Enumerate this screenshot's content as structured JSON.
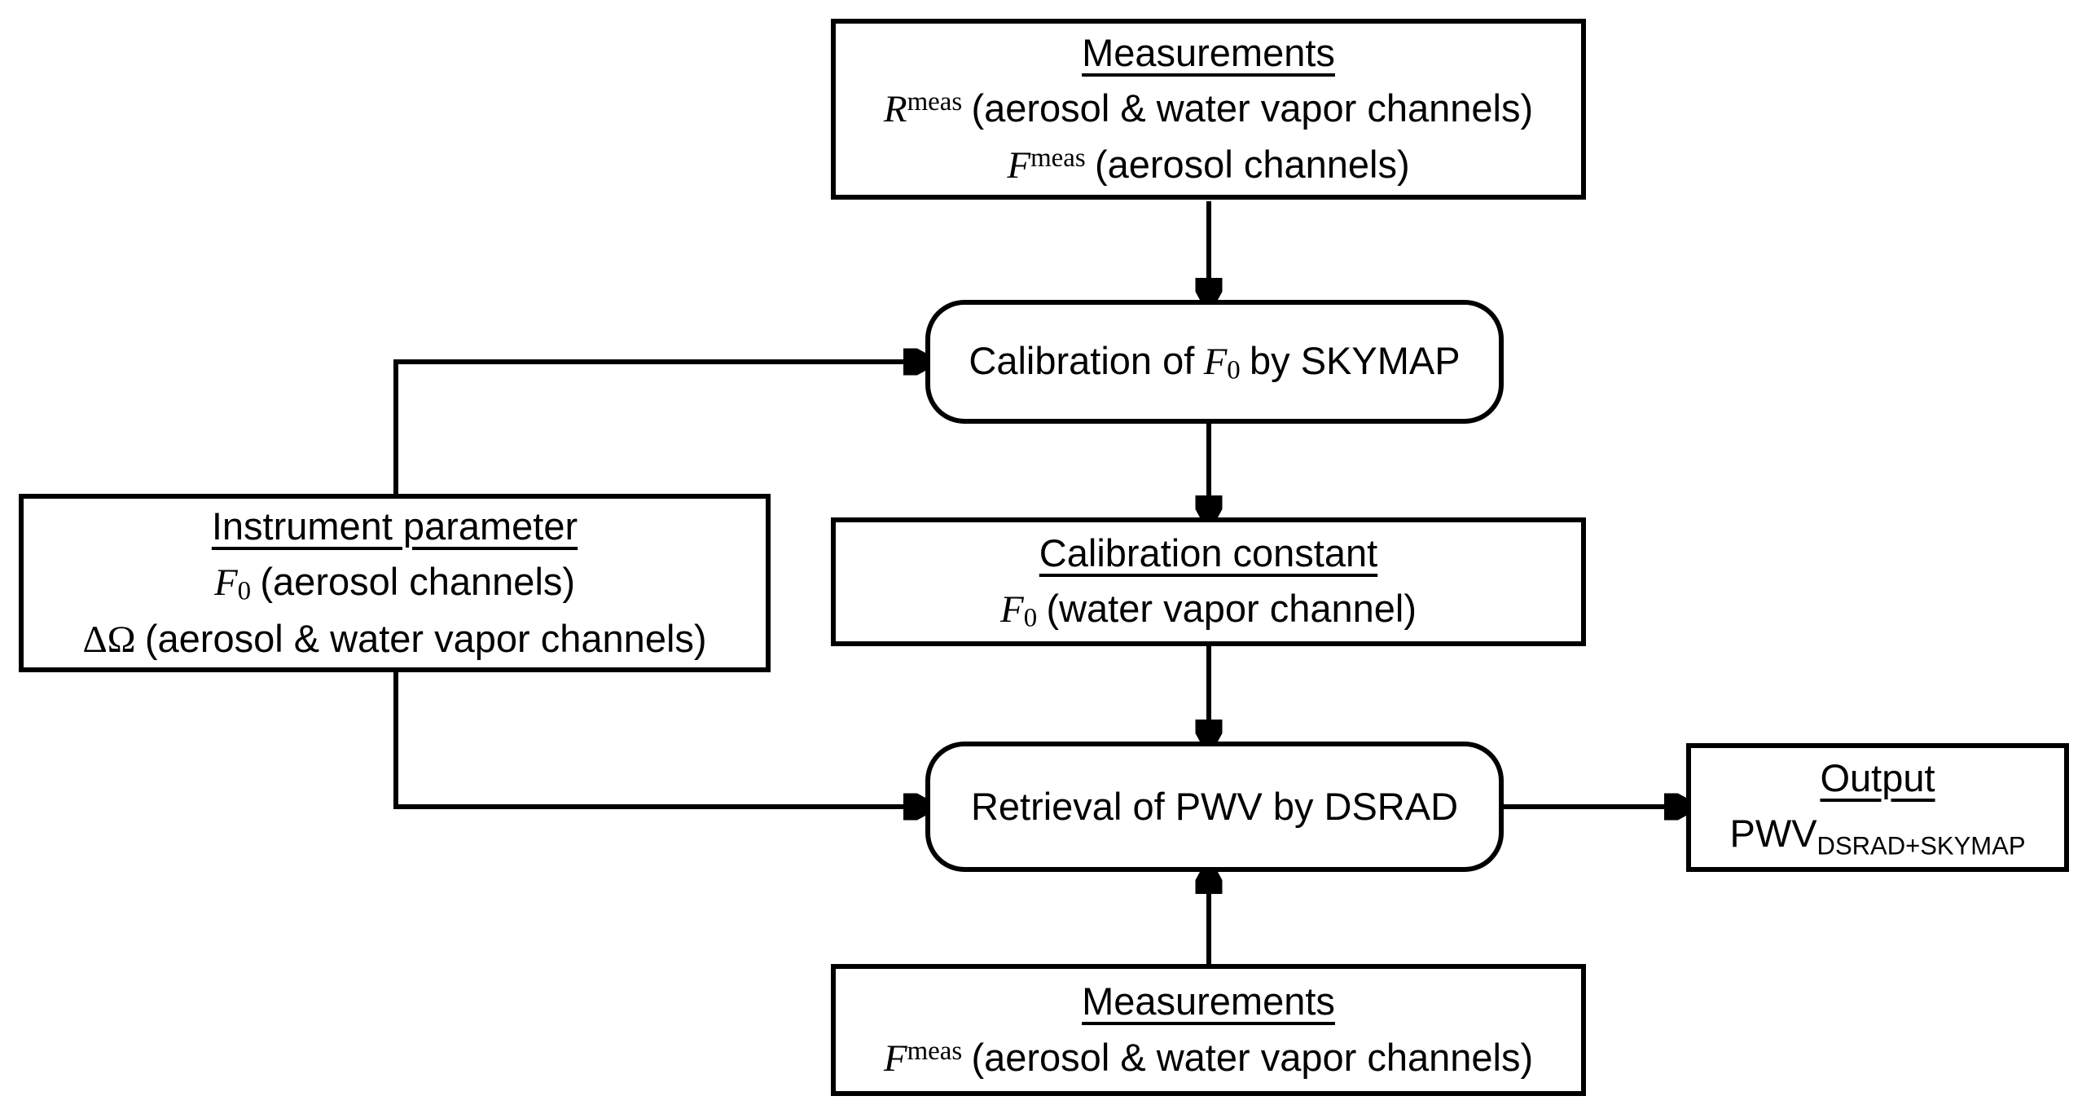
{
  "colors": {
    "background": "#ffffff",
    "line": "#000000",
    "text": "#000000"
  },
  "nodes": {
    "measurements_top": {
      "title": "Measurements",
      "row1": {
        "var": "R",
        "sup": "meas",
        "rest": "(aerosol & water vapor channels)"
      },
      "row2": {
        "var": "F",
        "sup": "meas",
        "rest": "(aerosol channels)"
      }
    },
    "calibration_skymap": {
      "pre": "Calibration of",
      "var": "F",
      "sub": "0",
      "post": "by SKYMAP"
    },
    "calibration_constant": {
      "title": "Calibration constant",
      "row1": {
        "var": "F",
        "sub": "0",
        "rest": "(water vapor channel)"
      }
    },
    "instrument_parameter": {
      "title": "Instrument parameter",
      "row1": {
        "var": "F",
        "sub": "0",
        "rest": "(aerosol channels)"
      },
      "row2": {
        "var": "ΔΩ",
        "rest": "(aerosol & water vapor channels)"
      }
    },
    "retrieval_dsrad": {
      "label": "Retrieval of PWV by DSRAD"
    },
    "output": {
      "title": "Output",
      "main": "PWV",
      "sub": "DSRAD+SKYMAP"
    },
    "measurements_bottom": {
      "title": "Measurements",
      "row1": {
        "var": "F",
        "sup": "meas",
        "rest": "(aerosol & water vapor channels)"
      }
    }
  }
}
